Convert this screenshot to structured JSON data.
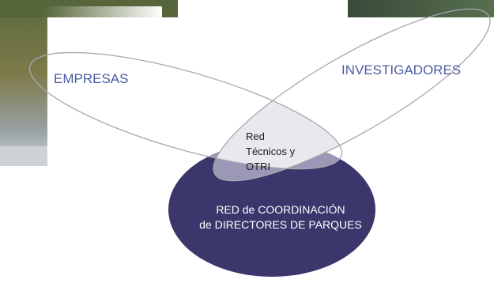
{
  "diagram": {
    "sets": {
      "empresas": "EMPRESAS",
      "investigadores": "INVESTIGADORES"
    },
    "intersection": {
      "line1": "Red",
      "line2": "Técnicos y",
      "line3": "OTRI"
    },
    "core": {
      "line1": "RED de COORDINACIÓN",
      "line2": "de DIRECTORES DE PARQUES"
    }
  },
  "colors": {
    "core_fill": "#3b366b",
    "overlap_band": "#9a98b6",
    "intersection_fill": "#e8e8ee",
    "outline": "#a7a7ad",
    "set_label": "#4d5aa0"
  }
}
